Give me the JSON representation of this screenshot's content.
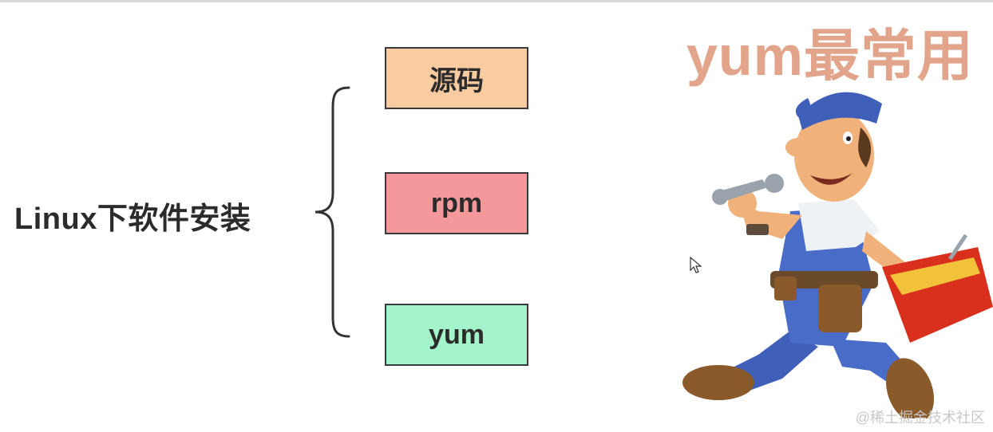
{
  "diagram": {
    "root_label": "Linux下软件安装",
    "options": [
      {
        "label": "源码",
        "color": "#f8cba0"
      },
      {
        "label": "rpm",
        "color": "#f4989c"
      },
      {
        "label": "yum",
        "color": "#a3f4ca"
      }
    ]
  },
  "illustration": {
    "headline": "yum最常用",
    "headline_color": "#e2a58c",
    "figure": "worker-with-wrench-and-toolbox-icon"
  },
  "watermark": "@稀土掘金技术社区",
  "colors": {
    "node_border": "#3a3a3a",
    "text": "#2b2b2b"
  }
}
